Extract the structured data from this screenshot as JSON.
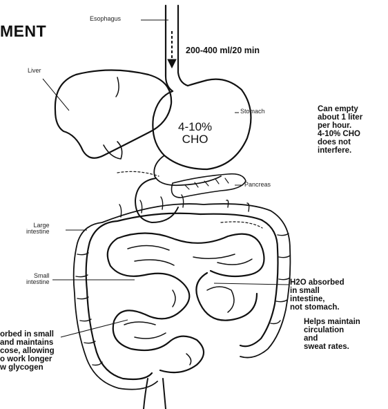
{
  "title": "MENT",
  "labels": {
    "esophagus": "Esophagus",
    "liver": "Liver",
    "stomach": "Stomach",
    "pancreas": "Pancreas",
    "large_intestine": [
      "Large",
      "intestine"
    ],
    "small_intestine": [
      "Small",
      "intestine"
    ]
  },
  "flow_rate": "200-400 ml/20 min",
  "stomach_content": [
    "4-10%",
    "CHO"
  ],
  "stomach_note": [
    "Can empty",
    "about 1 liter",
    "per hour.",
    "4-10% CHO",
    "does not",
    "interfere."
  ],
  "water_note": [
    "H2O absorbed",
    "in small",
    "intestine,",
    "not stomach."
  ],
  "circulation_note": [
    "Helps maintain",
    "circulation",
    "and",
    "sweat rates."
  ],
  "glucose_note": [
    "orbed in small",
    "and maintains",
    "cose, allowing",
    "o work longer",
    "w glycogen"
  ]
}
